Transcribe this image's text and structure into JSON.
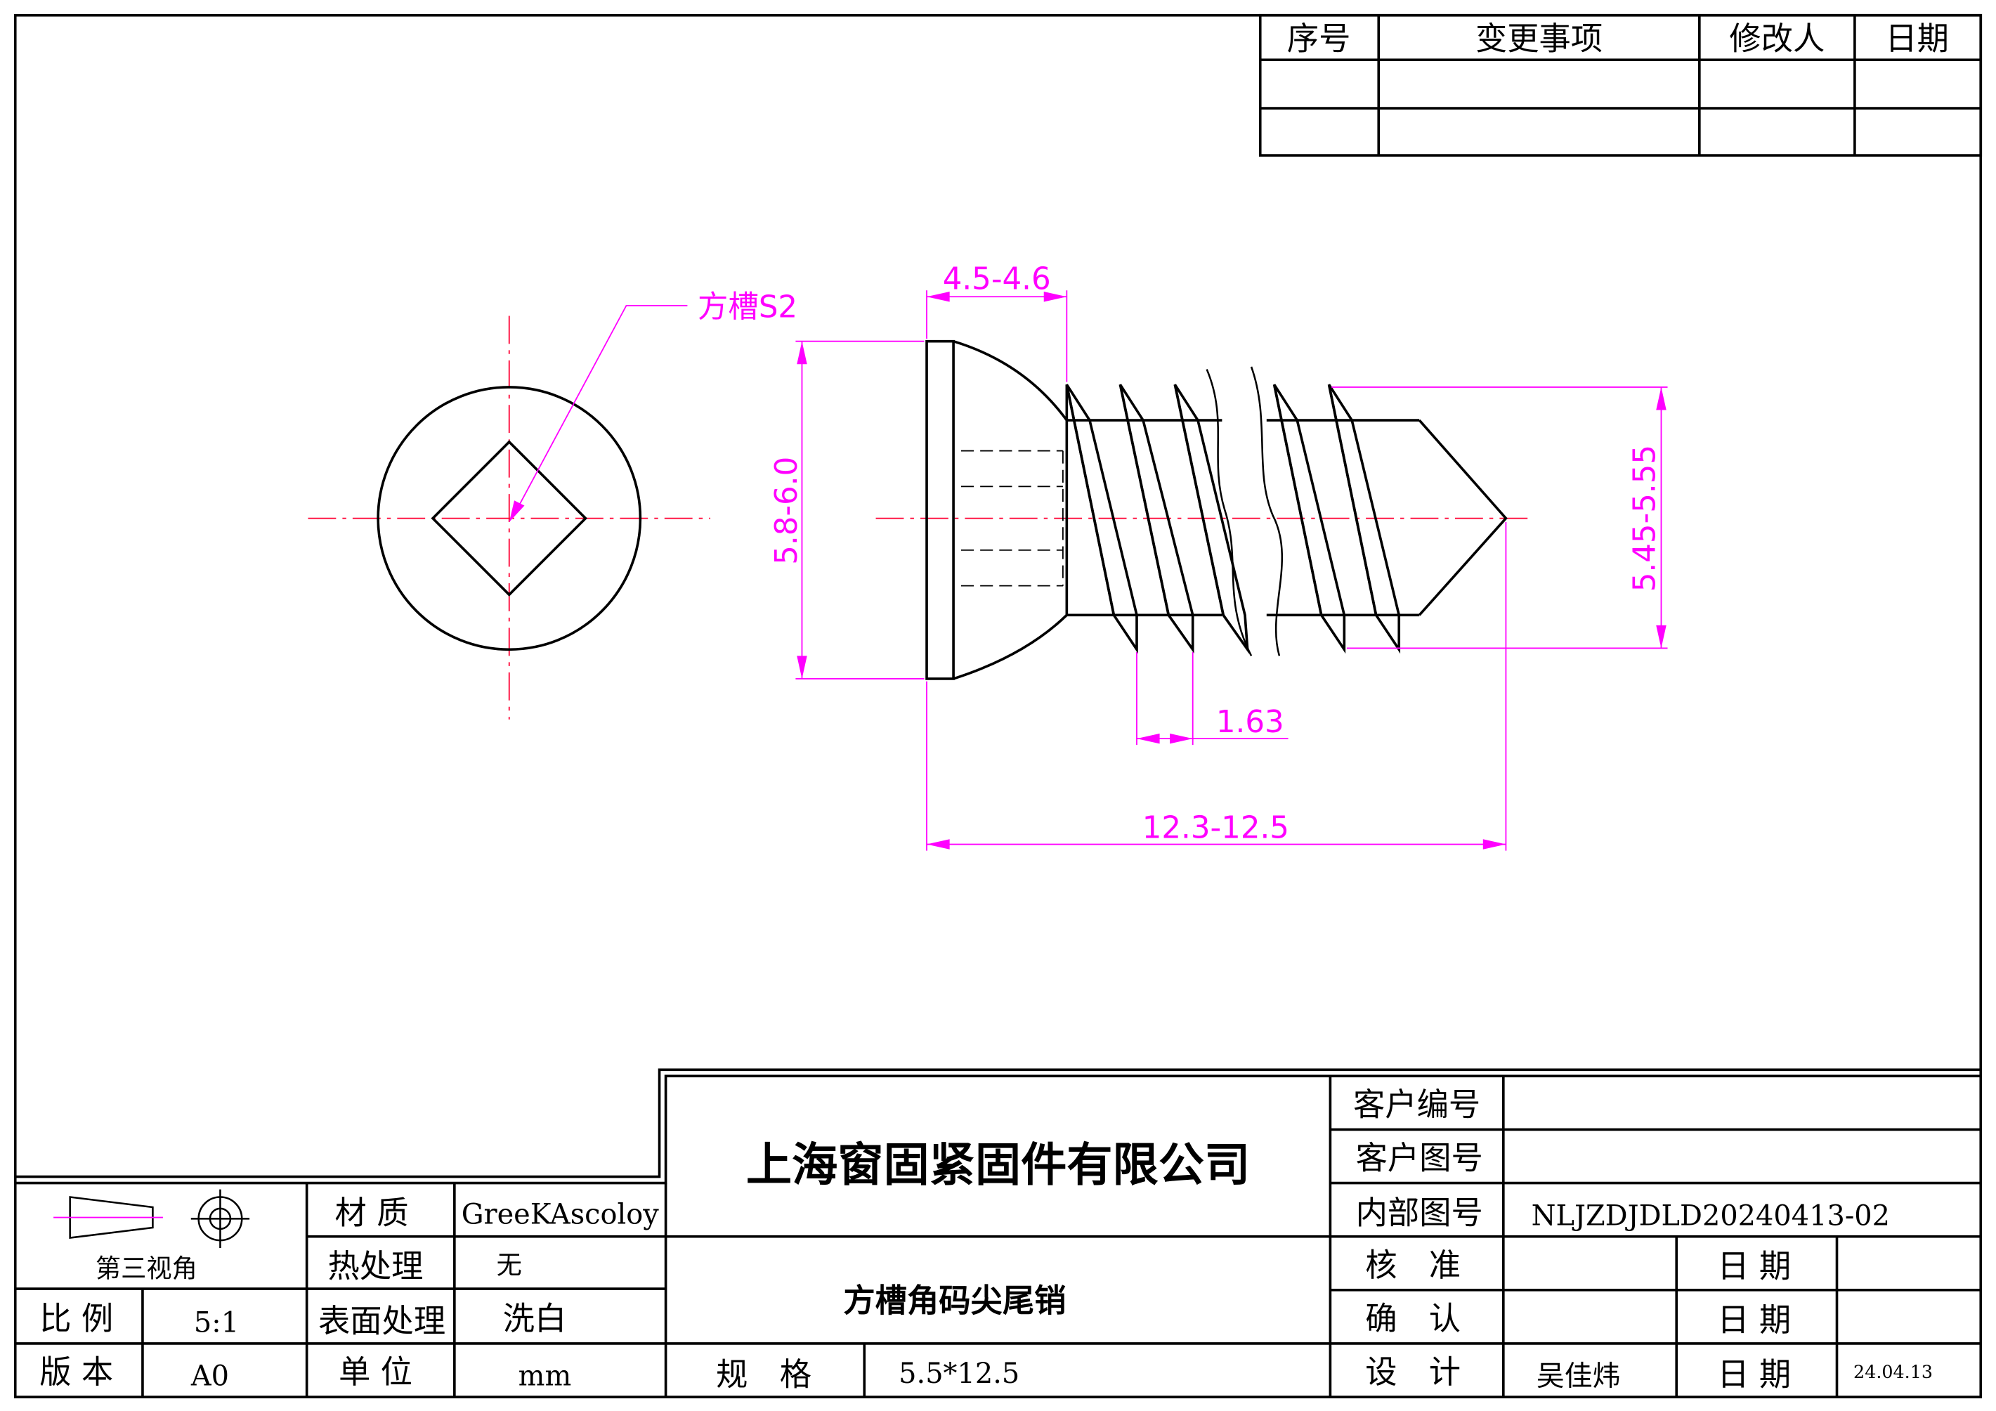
{
  "revision_table": {
    "headers": [
      "序号",
      "变更事项",
      "修改人",
      "日期"
    ],
    "rows": [
      [
        "",
        "",
        "",
        ""
      ],
      [
        "",
        "",
        "",
        ""
      ]
    ]
  },
  "annotations": {
    "slot_label": "方槽S2",
    "dim_head_length": "4.5-4.6",
    "dim_head_diameter": "5.8-6.0",
    "dim_thread_diameter": "5.45-5.55",
    "dim_pitch": "1.63",
    "dim_total_length": "12.3-12.5"
  },
  "title_block": {
    "projection_label": "第三视角",
    "material_label": "材 质",
    "material_value": "GreeKAscoloy",
    "heat_label": "热处理",
    "heat_value": "无",
    "surface_label": "表面处理",
    "surface_value": "洗白",
    "scale_label": "比 例",
    "scale_value": "5:1",
    "version_label": "版 本",
    "version_value": "A0",
    "unit_label": "单 位",
    "unit_value": "mm",
    "company": "上海窗固紧固件有限公司",
    "part_name": "方槽角码尖尾销",
    "spec_label": "规　格",
    "spec_value": "5.5*12.5",
    "customer_no_label": "客户编号",
    "customer_no_value": "",
    "customer_drawing_label": "客户图号",
    "customer_drawing_value": "",
    "internal_drawing_label": "内部图号",
    "internal_drawing_value": "NLJZDJDLD20240413-02",
    "approve_label": "核　准",
    "confirm_label": "确　认",
    "design_label": "设　计",
    "designer": "吴佳炜",
    "date_label": "日 期",
    "design_date": "24.04.13"
  }
}
